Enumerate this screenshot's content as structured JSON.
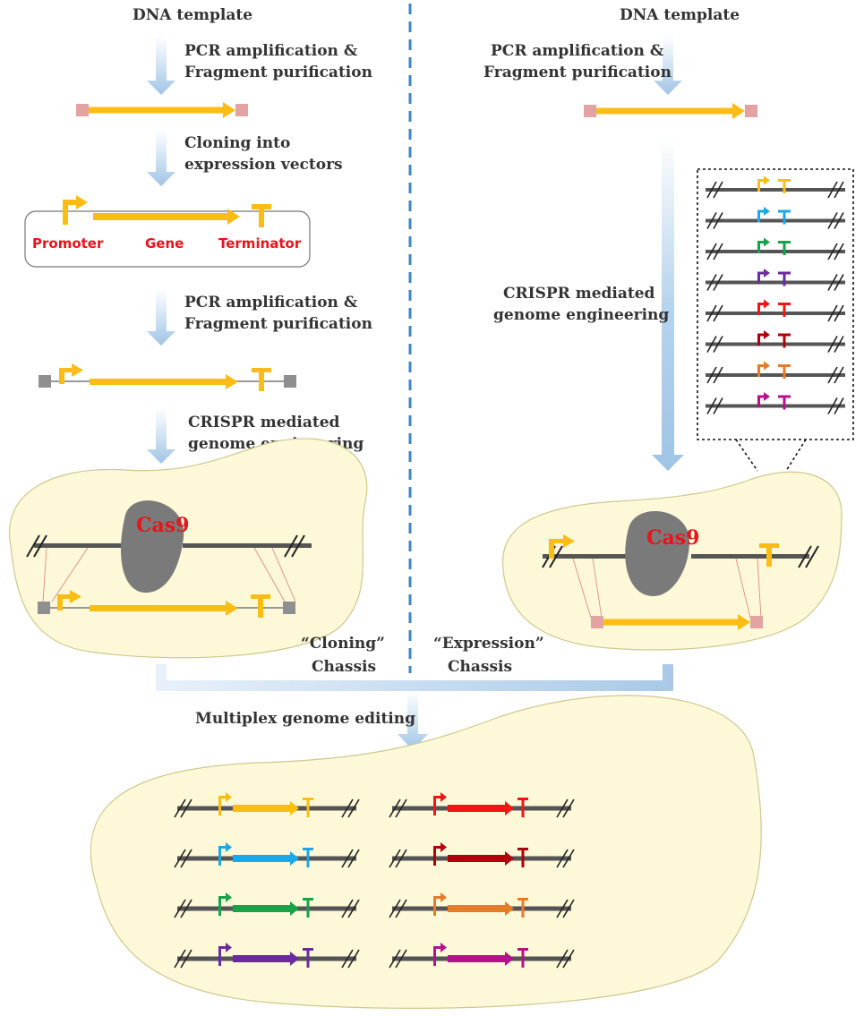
{
  "left": {
    "title": "DNA template",
    "step1_line1": "PCR amplification &",
    "step1_line2": "Fragment purification",
    "step2_line1": "Cloning into",
    "step2_line2": "expression vectors",
    "vector_promoter": "Promoter",
    "vector_gene": "Gene",
    "vector_terminator": "Terminator",
    "step3_line1": "PCR amplification &",
    "step3_line2": "Fragment purification",
    "step4_line1": "CRISPR mediated",
    "step4_line2": "genome engineering",
    "cas9": "Cas9",
    "chassis_line1": "“Cloning”",
    "chassis_line2": "Chassis"
  },
  "right": {
    "title": "DNA template",
    "step1_line1": "PCR amplification &",
    "step1_line2": "Fragment purification",
    "step2_line1": "CRISPR mediated",
    "step2_line2": "genome engineering",
    "cas9": "Cas9",
    "chassis_line1": "“Expression”",
    "chassis_line2": "Chassis"
  },
  "bottom": {
    "label": "Multiplex genome editing"
  },
  "colors": {
    "gene_yellow": "#fbbd14",
    "flank_pink": "#e4a3a3",
    "flank_gray": "#8f8f8f",
    "genome_line": "#555555",
    "cell_fill": "#fdf8d8",
    "cas9_fill": "#7a7a7a",
    "divider": "#3f86c4",
    "arrow_blue": "#9fc4e6",
    "label_red": "#e8141b"
  },
  "cassette_palette": [
    "#fbbd14",
    "#1ba8e8",
    "#16a34a",
    "#6b2aa0",
    "#f01616",
    "#b0000c",
    "#ea7a2a",
    "#b7108f"
  ]
}
